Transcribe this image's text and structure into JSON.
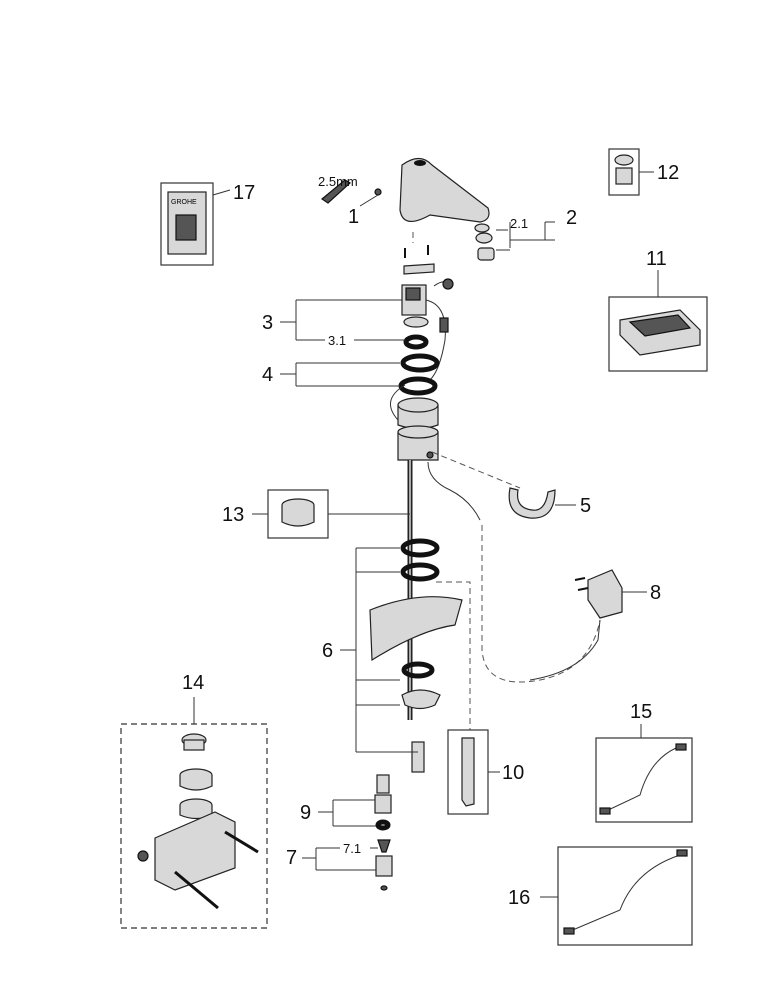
{
  "labels": {
    "p1": "1",
    "p2": "2",
    "p2_1": "2.1",
    "p3": "3",
    "p3_1": "3.1",
    "p4": "4",
    "p5": "5",
    "p6": "6",
    "p7": "7",
    "p7_1": "7.1",
    "p8": "8",
    "p9": "9",
    "p10": "10",
    "p11": "11",
    "p12": "12",
    "p13": "13",
    "p14": "14",
    "p15": "15",
    "p16": "16",
    "p17": "17",
    "tool_size": "2.5mm"
  },
  "logo_text": "GROHE"
}
